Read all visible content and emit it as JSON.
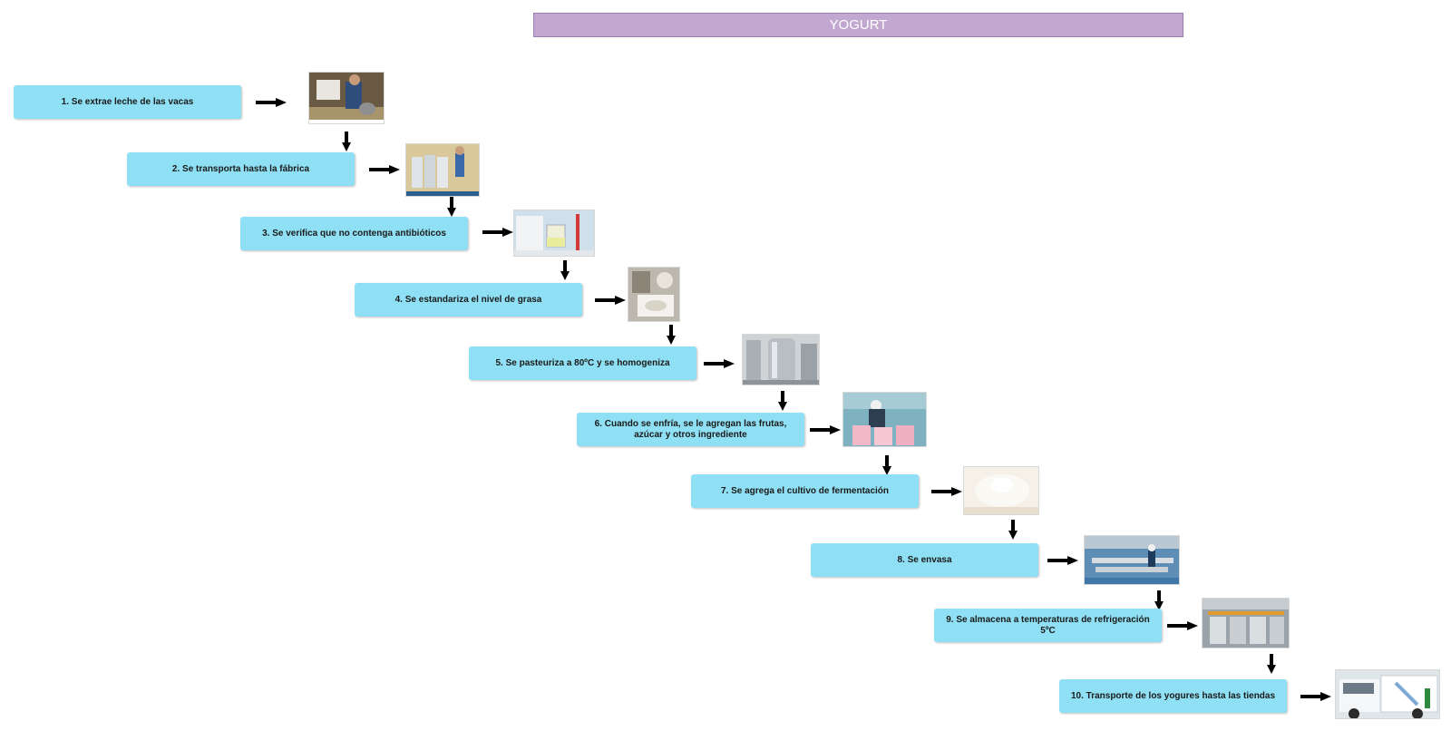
{
  "title": "YOGURT",
  "steps": [
    {
      "label": "1. Se extrae leche de las vacas",
      "photo": "milking-cow-photo"
    },
    {
      "label": "2. Se transporta hasta la fábrica",
      "photo": "milk-cans-photo"
    },
    {
      "label": "3. Se verifica que no contenga antibióticos",
      "photo": "lab-test-photo"
    },
    {
      "label": "4. Se estandariza el nivel de grasa",
      "photo": "fat-standardization-photo"
    },
    {
      "label": "5. Se pasteuriza a 80ºC y se homogeniza",
      "photo": "pasteurizer-tank-photo"
    },
    {
      "label": "6. Cuando se enfría, se le agregan las frutas, azúcar y otros ingrediente",
      "photo": "mixing-ingredients-photo"
    },
    {
      "label": "7. Se agrega el cultivo de fermentación",
      "photo": "yogurt-culture-photo"
    },
    {
      "label": "8. Se envasa",
      "photo": "packaging-line-photo"
    },
    {
      "label": "9. Se almacena a temperaturas de refrigeración 5ºC",
      "photo": "cold-storage-photo"
    },
    {
      "label": "10. Transporte de los yogures hasta las tiendas",
      "photo": "delivery-truck-photo"
    }
  ],
  "colors": {
    "title_bg": "#c2a8d1",
    "step_bg": "#8fe0f4",
    "arrow": "#000000"
  }
}
